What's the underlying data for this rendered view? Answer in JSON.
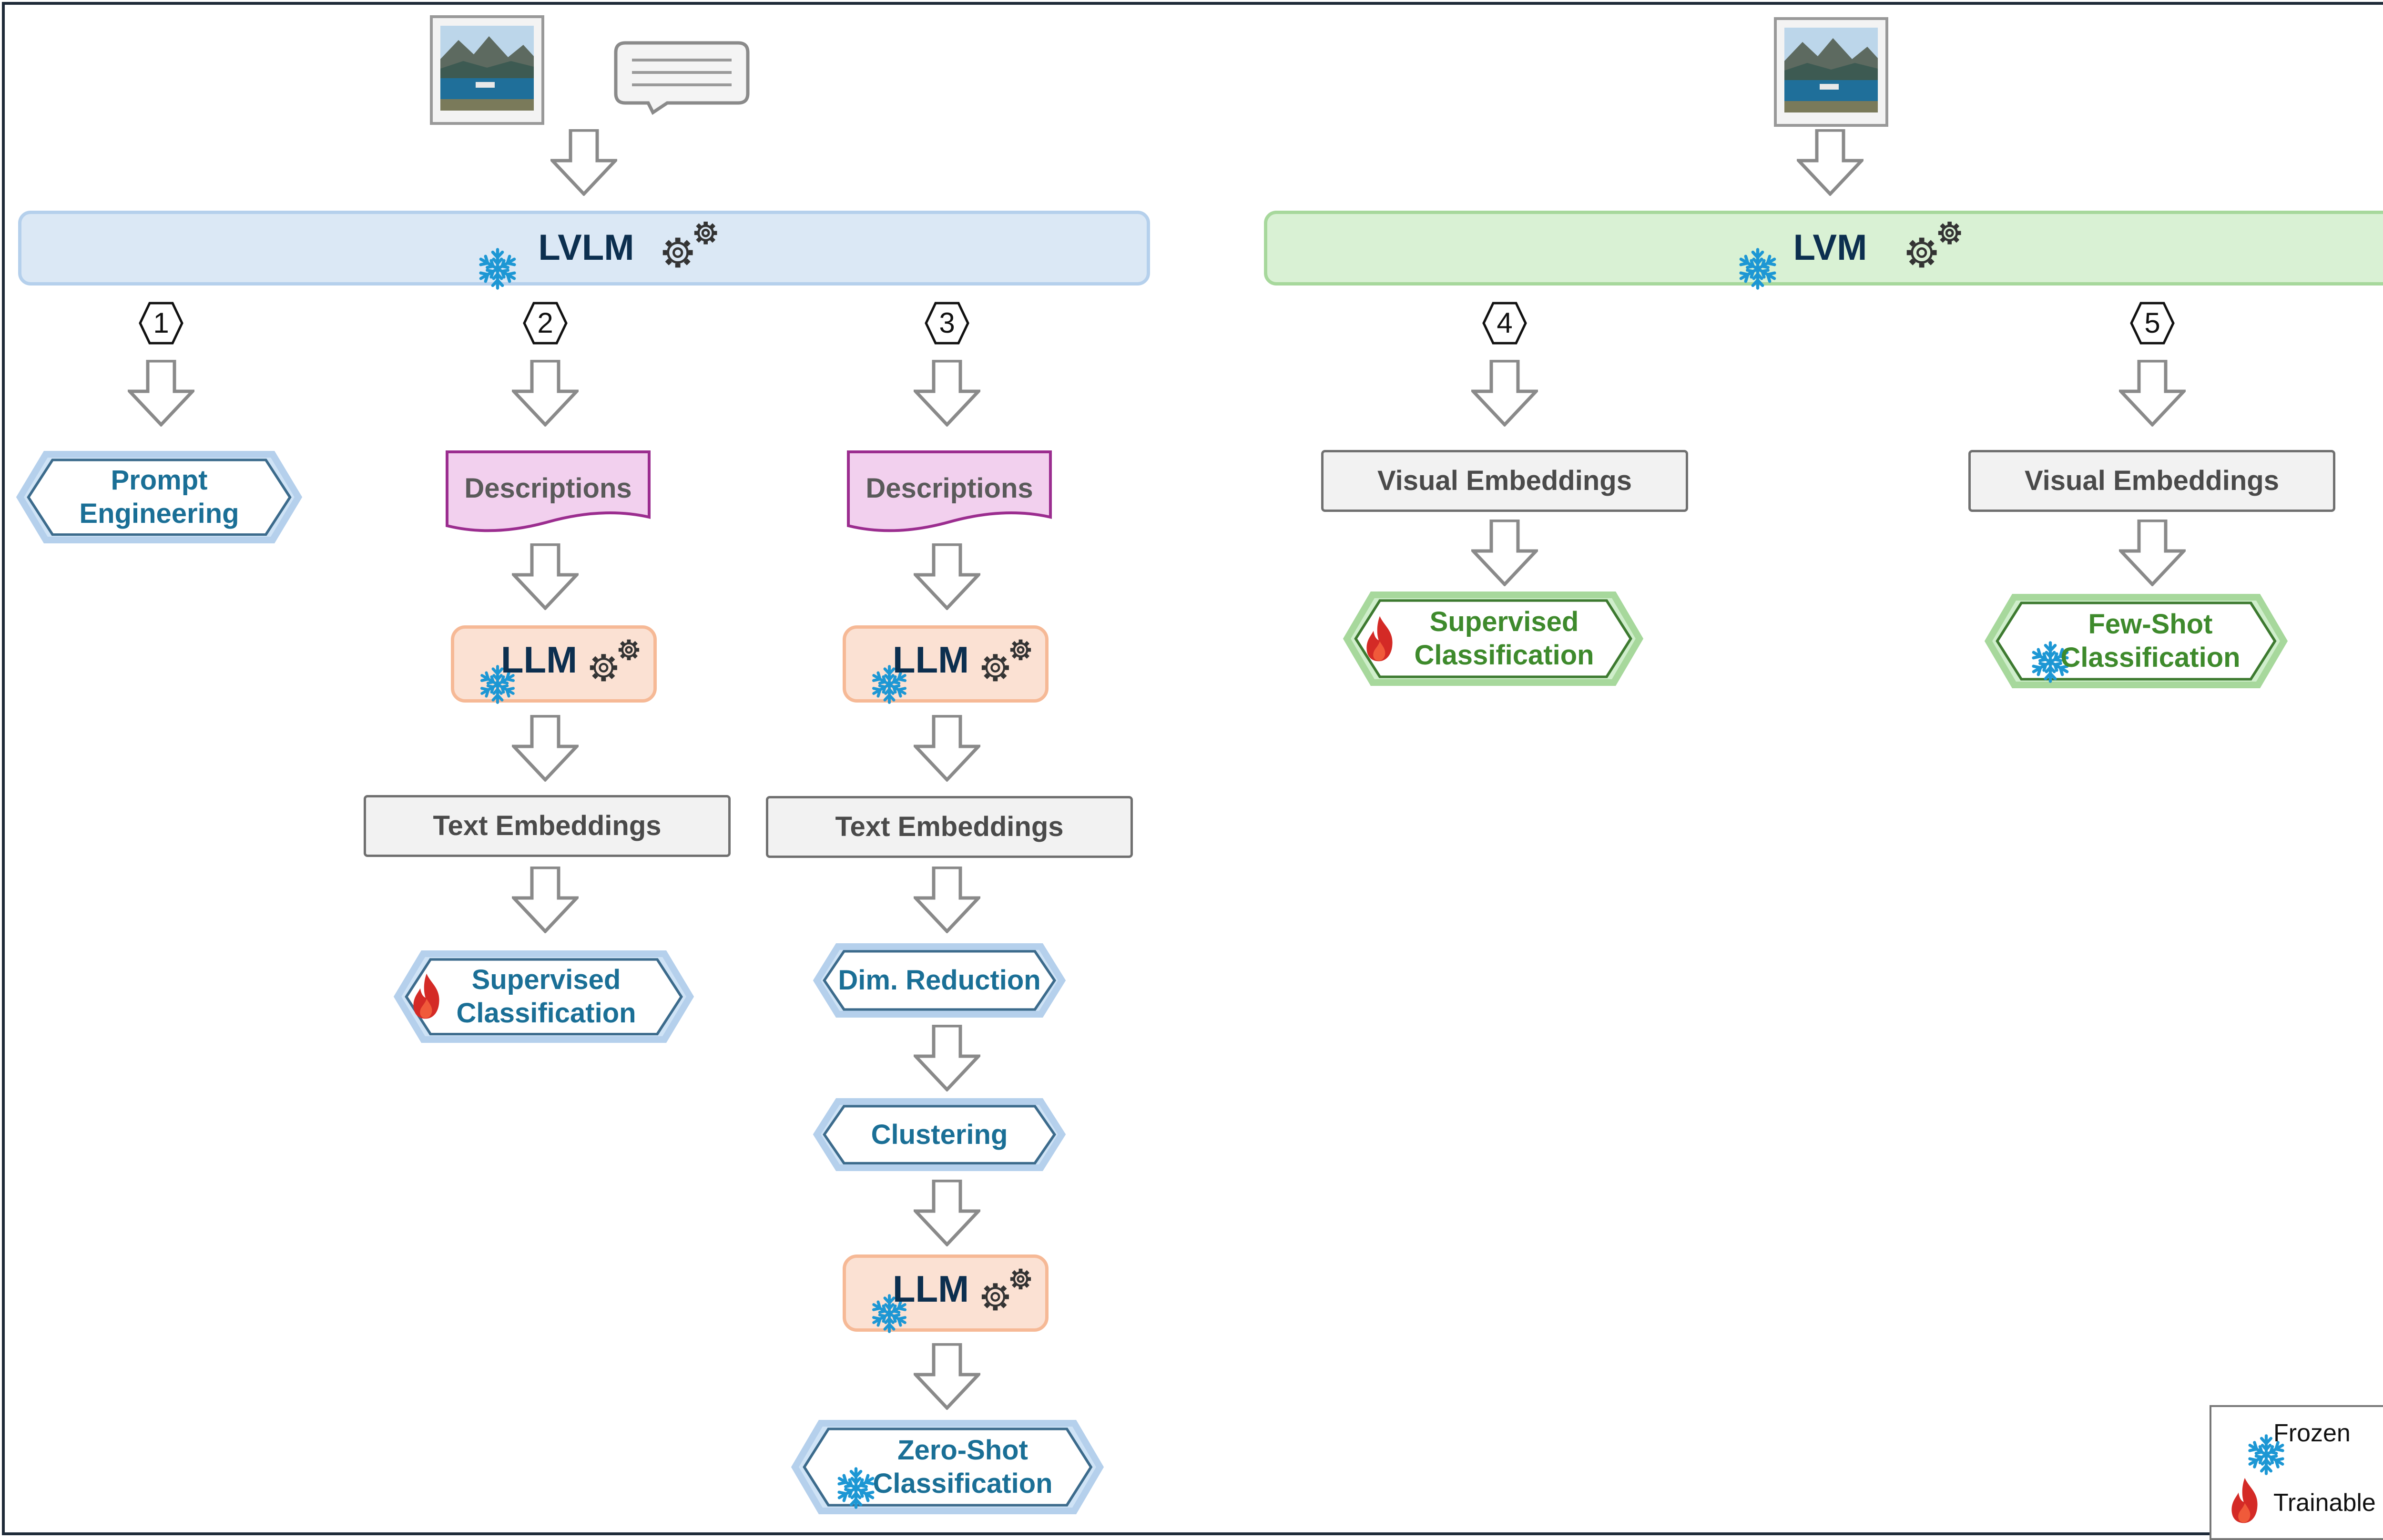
{
  "lvlm_bar": {
    "label": "LVLM"
  },
  "lvm_bar": {
    "label": "LVM"
  },
  "steps": [
    "1",
    "2",
    "3",
    "4",
    "5"
  ],
  "prompt_engineering": {
    "line1": "Prompt",
    "line2": "Engineering"
  },
  "descriptions_label": "Descriptions",
  "llm_label": "LLM",
  "text_embeddings_label": "Text Embeddings",
  "visual_embeddings_label": "Visual Embeddings",
  "supervised_classification": {
    "line1": "Supervised",
    "line2": "Classification"
  },
  "dim_reduction_label": "Dim. Reduction",
  "clustering_label": "Clustering",
  "zero_shot_classification": {
    "line1": "Zero-Shot",
    "line2": "Classification"
  },
  "few_shot_classification": {
    "line1": "Few-Shot",
    "line2": "Classification"
  },
  "legend": {
    "frozen": "Frozen",
    "trainable": "Trainable"
  },
  "colors": {
    "lvlm_fill": "#dbe8f5",
    "lvm_fill": "#d9f1d4",
    "llm_fill": "#fbe1d3",
    "descriptions_fill": "#f2d0ee",
    "descriptions_border": "#9b2d8f",
    "hex_blue_border": "#3c6b8c",
    "hex_green_border": "#3d7a30",
    "snowflake": "#1d97d4",
    "flame": "#d42a26",
    "title_navy": "#0c2f4f"
  },
  "icons": [
    "photo-icon",
    "chat-bubble-icon",
    "snowflake-icon",
    "gears-icon",
    "flame-icon",
    "down-arrow-icon"
  ]
}
